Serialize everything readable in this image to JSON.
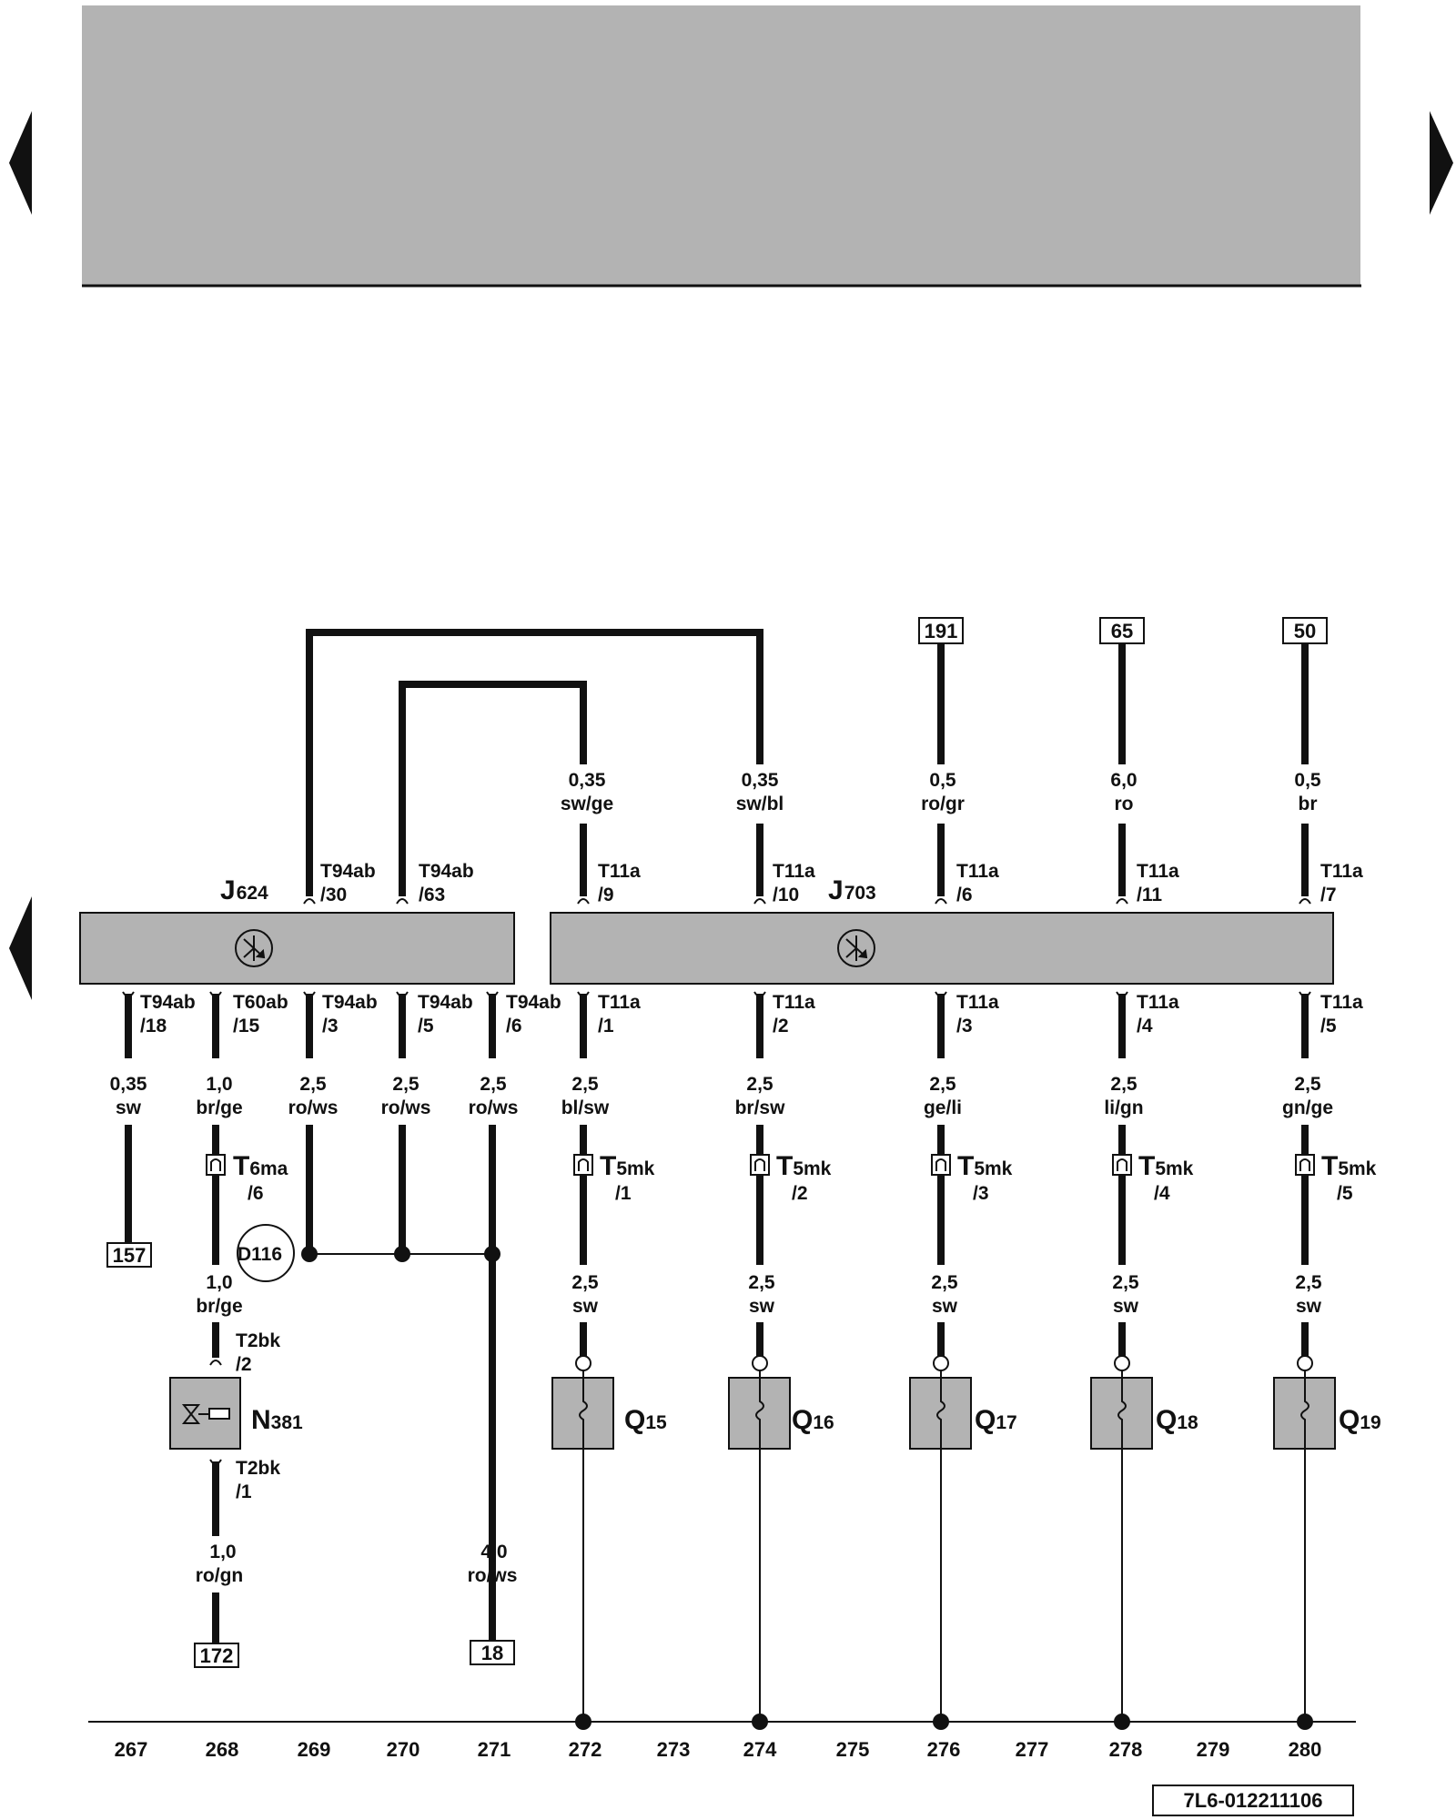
{
  "nav": {
    "prev_arrow": "arrow-left-icon",
    "next_arrow": "arrow-right-icon",
    "prev_arrow_mid": "arrow-left-icon"
  },
  "header": {
    "color": "#b3b3b3"
  },
  "components": {
    "j624": {
      "id": "J",
      "sub": "624"
    },
    "j703": {
      "id": "J",
      "sub": "703"
    },
    "n381": {
      "id": "N",
      "sub": "381"
    },
    "d116": {
      "label": "D116"
    },
    "q15": {
      "id": "Q",
      "sub": "15"
    },
    "q16": {
      "id": "Q",
      "sub": "16"
    },
    "q17": {
      "id": "Q",
      "sub": "17"
    },
    "q18": {
      "id": "Q",
      "sub": "18"
    },
    "q19": {
      "id": "Q",
      "sub": "19"
    },
    "t6ma": {
      "id": "T",
      "sub": "6ma",
      "pin": "/6"
    },
    "t5mk_1": {
      "id": "T",
      "sub": "5mk",
      "pin": "/1"
    },
    "t5mk_2": {
      "id": "T",
      "sub": "5mk",
      "pin": "/2"
    },
    "t5mk_3": {
      "id": "T",
      "sub": "5mk",
      "pin": "/3"
    },
    "t5mk_4": {
      "id": "T",
      "sub": "5mk",
      "pin": "/4"
    },
    "t5mk_5": {
      "id": "T",
      "sub": "5mk",
      "pin": "/5"
    }
  },
  "top_refs": {
    "r191": "191",
    "r65": "65",
    "r50": "50"
  },
  "bottom_refs": {
    "r157": "157",
    "r172": "172",
    "r18": "18"
  },
  "top_pins": {
    "p1": {
      "conn": "T94ab",
      "pin": "/30"
    },
    "p2": {
      "conn": "T94ab",
      "pin": "/63"
    },
    "p3": {
      "conn": "T11a",
      "pin": "/9"
    },
    "p4": {
      "conn": "T11a",
      "pin": "/10"
    },
    "p5": {
      "conn": "T11a",
      "pin": "/6"
    },
    "p6": {
      "conn": "T11a",
      "pin": "/11"
    },
    "p7": {
      "conn": "T11a",
      "pin": "/7"
    }
  },
  "top_wires": {
    "w3": {
      "size": "0,35",
      "color": "sw/ge"
    },
    "w4": {
      "size": "0,35",
      "color": "sw/bl"
    },
    "w5": {
      "size": "0,5",
      "color": "ro/gr"
    },
    "w6": {
      "size": "6,0",
      "color": "ro"
    },
    "w7": {
      "size": "0,5",
      "color": "br"
    }
  },
  "bottom_pins": {
    "b1": {
      "conn": "T94ab",
      "pin": "/18"
    },
    "b2": {
      "conn": "T60ab",
      "pin": "/15"
    },
    "b3": {
      "conn": "T94ab",
      "pin": "/3"
    },
    "b4": {
      "conn": "T94ab",
      "pin": "/5"
    },
    "b5": {
      "conn": "T94ab",
      "pin": "/6"
    },
    "b6": {
      "conn": "T11a",
      "pin": "/1"
    },
    "b7": {
      "conn": "T11a",
      "pin": "/2"
    },
    "b8": {
      "conn": "T11a",
      "pin": "/3"
    },
    "b9": {
      "conn": "T11a",
      "pin": "/4"
    },
    "b10": {
      "conn": "T11a",
      "pin": "/5"
    }
  },
  "bottom_wires": {
    "w1": {
      "size": "0,35",
      "color": "sw"
    },
    "w2": {
      "size": "1,0",
      "color": "br/ge"
    },
    "w3": {
      "size": "2,5",
      "color": "ro/ws"
    },
    "w4": {
      "size": "2,5",
      "color": "ro/ws"
    },
    "w5": {
      "size": "2,5",
      "color": "ro/ws"
    },
    "w6": {
      "size": "2,5",
      "color": "bl/sw"
    },
    "w7": {
      "size": "2,5",
      "color": "br/sw"
    },
    "w8": {
      "size": "2,5",
      "color": "ge/li"
    },
    "w9": {
      "size": "2,5",
      "color": "li/gn"
    },
    "w10": {
      "size": "2,5",
      "color": "gn/ge"
    }
  },
  "lower_wires": {
    "n381_in": {
      "size": "1,0",
      "color": "br/ge"
    },
    "n381_out": {
      "size": "1,0",
      "color": "ro/gn"
    },
    "w18": {
      "size": "4,0",
      "color": "ro/ws"
    },
    "q15": {
      "size": "2,5",
      "color": "sw"
    },
    "q16": {
      "size": "2,5",
      "color": "sw"
    },
    "q17": {
      "size": "2,5",
      "color": "sw"
    },
    "q18": {
      "size": "2,5",
      "color": "sw"
    },
    "q19": {
      "size": "2,5",
      "color": "sw"
    }
  },
  "n381_pins": {
    "top": {
      "conn": "T2bk",
      "pin": "/2"
    },
    "bottom": {
      "conn": "T2bk",
      "pin": "/1"
    }
  },
  "track_numbers": [
    "267",
    "268",
    "269",
    "270",
    "271",
    "272",
    "273",
    "274",
    "275",
    "276",
    "277",
    "278",
    "279",
    "280"
  ],
  "footer": {
    "doc_id": "7L6-012211106"
  }
}
